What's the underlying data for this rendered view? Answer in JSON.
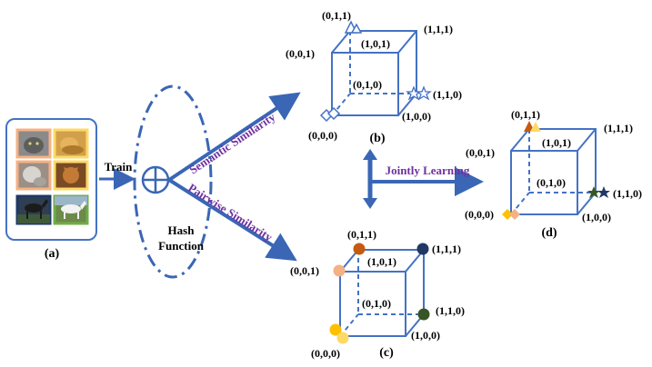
{
  "panel_labels": {
    "a": "(a)",
    "b": "(b)",
    "c": "(c)",
    "d": "(d)"
  },
  "train_label": "Train",
  "hash_label_line1": "Hash",
  "hash_label_line2": "Function",
  "semantic_label": "Semantic Similarity",
  "pairwise_label": "Pairwise Similarity",
  "joint_label": "Jointly Learning",
  "cube_b": {
    "v011": "(0,1,1)",
    "v001": "(0,0,1)",
    "v101": "(1,0,1)",
    "v111": "(1,1,1)",
    "v010": "(0,1,0)",
    "v110": "(1,1,0)",
    "v000": "(0,0,0)",
    "v100": "(1,0,0)"
  },
  "cube_c": {
    "v011": "(0,1,1)",
    "v001": "(0,0,1)",
    "v101": "(1,0,1)",
    "v111": "(1,1,1)",
    "v010": "(0,1,0)",
    "v110": "(1,1,0)",
    "v000": "(0,0,0)",
    "v100": "(1,0,0)"
  },
  "cube_d": {
    "v011": "(0,1,1)",
    "v001": "(0,0,1)",
    "v101": "(1,0,1)",
    "v111": "(1,1,1)",
    "v010": "(0,1,0)",
    "v110": "(1,1,0)",
    "v000": "(0,0,0)",
    "v100": "(1,0,0)"
  },
  "colors": {
    "line_blue": "#4472C4",
    "arrow_blue": "#3A66B5",
    "purple_text": "#7030A0",
    "marker_orange": "#C55A11",
    "marker_pink": "#F4B183",
    "marker_navy": "#203864",
    "marker_yellow": "#FFC000",
    "marker_green": "#375623",
    "thumb_border_orange": "#F4B183",
    "thumb_border_yellow": "#FFD966",
    "thumb_border_navy": "#203864",
    "thumb_border_green": "#70AD47"
  },
  "thumbnails": [
    {
      "name": "cat-gray",
      "border": "#F4B183"
    },
    {
      "name": "cat-orange",
      "border": "#FFD966"
    },
    {
      "name": "dog-white",
      "border": "#F4B183"
    },
    {
      "name": "dog-brown",
      "border": "#FFD966"
    },
    {
      "name": "horse-dark",
      "border": "#203864"
    },
    {
      "name": "horse-white",
      "border": "#70AD47"
    }
  ]
}
